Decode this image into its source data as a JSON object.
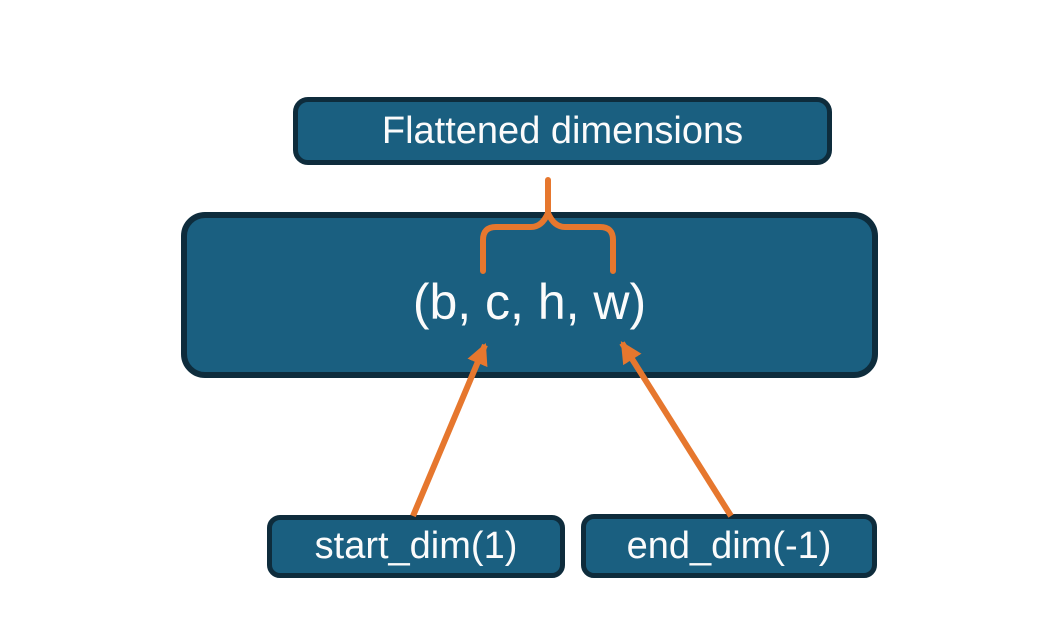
{
  "diagram": {
    "top_box": {
      "label": "Flattened dimensions"
    },
    "main_box": {
      "label": "(b, c, h, w)"
    },
    "start_box": {
      "label": "start_dim(1)"
    },
    "end_box": {
      "label": "end_dim(-1)"
    }
  },
  "colors": {
    "box-fill": "#1a5f80",
    "box-border": "#0e2c3c",
    "accent-orange": "#e6772e",
    "text": "#fbfbfb",
    "background": "#ffffff"
  }
}
